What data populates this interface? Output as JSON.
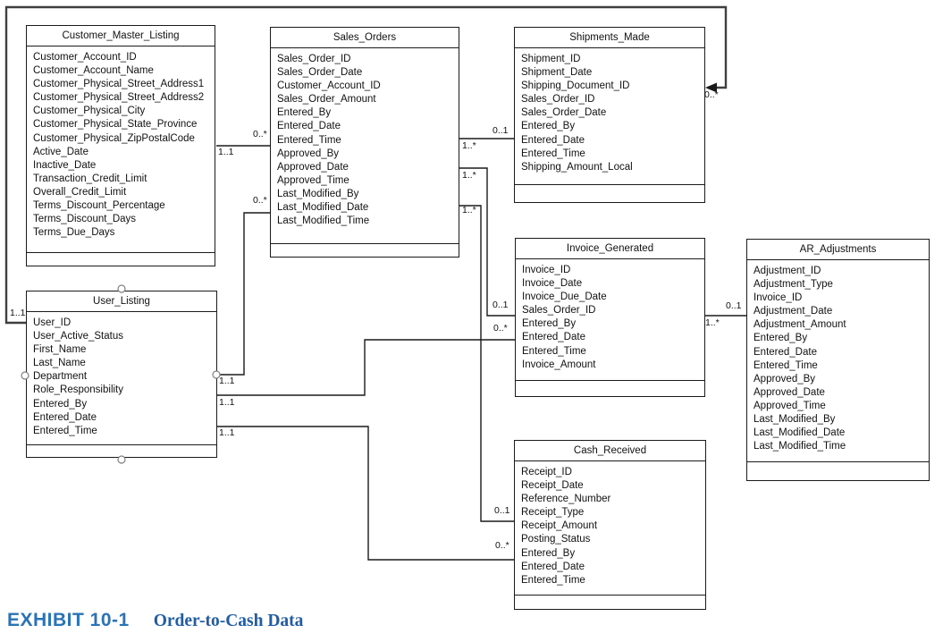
{
  "diagram": {
    "entities": [
      {
        "id": "customer_master_listing",
        "title": "Customer_Master_Listing",
        "fields": [
          "Customer_Account_ID",
          "Customer_Account_Name",
          "Customer_Physical_Street_Address1",
          "Customer_Physical_Street_Address2",
          "Customer_Physical_City",
          "Customer_Physical_State_Province",
          "Customer_Physical_ZipPostalCode",
          "Active_Date",
          "Inactive_Date",
          "Transaction_Credit_Limit",
          "Overall_Credit_Limit",
          "Terms_Discount_Percentage",
          "Terms_Discount_Days",
          "Terms_Due_Days"
        ]
      },
      {
        "id": "sales_orders",
        "title": "Sales_Orders",
        "fields": [
          "Sales_Order_ID",
          "Sales_Order_Date",
          "Customer_Account_ID",
          "Sales_Order_Amount",
          "Entered_By",
          "Entered_Date",
          "Entered_Time",
          "Approved_By",
          "Approved_Date",
          "Approved_Time",
          "Last_Modified_By",
          "Last_Modified_Date",
          "Last_Modified_Time"
        ]
      },
      {
        "id": "shipments_made",
        "title": "Shipments_Made",
        "fields": [
          "Shipment_ID",
          "Shipment_Date",
          "Shipping_Document_ID",
          "Sales_Order_ID",
          "Sales_Order_Date",
          "Entered_By",
          "Entered_Date",
          "Entered_Time",
          "Shipping_Amount_Local"
        ]
      },
      {
        "id": "invoice_generated",
        "title": "Invoice_Generated",
        "fields": [
          "Invoice_ID",
          "Invoice_Date",
          "Invoice_Due_Date",
          "Sales_Order_ID",
          "Entered_By",
          "Entered_Date",
          "Entered_Time",
          "Invoice_Amount"
        ]
      },
      {
        "id": "ar_adjustments",
        "title": "AR_Adjustments",
        "fields": [
          "Adjustment_ID",
          "Adjustment_Type",
          "Invoice_ID",
          "Adjustment_Date",
          "Adjustment_Amount",
          "Entered_By",
          "Entered_Date",
          "Entered_Time",
          "Approved_By",
          "Approved_Date",
          "Approved_Time",
          "Last_Modified_By",
          "Last_Modified_Date",
          "Last_Modified_Time"
        ]
      },
      {
        "id": "user_listing",
        "title": "User_Listing",
        "fields": [
          "User_ID",
          "User_Active_Status",
          "First_Name",
          "Last_Name",
          "Department",
          "Role_Responsibility",
          "Entered_By",
          "Entered_Date",
          "Entered_Time"
        ]
      },
      {
        "id": "cash_received",
        "title": "Cash_Received",
        "fields": [
          "Receipt_ID",
          "Receipt_Date",
          "Reference_Number",
          "Receipt_Type",
          "Receipt_Amount",
          "Posting_Status",
          "Entered_By",
          "Entered_Date",
          "Entered_Time"
        ]
      }
    ],
    "multiplicities": [
      {
        "text": "0..*"
      },
      {
        "text": "1..1"
      },
      {
        "text": "0..*"
      },
      {
        "text": "1..1"
      },
      {
        "text": "1..1"
      },
      {
        "text": "1..1"
      },
      {
        "text": "1..*"
      },
      {
        "text": "0..1"
      },
      {
        "text": "1..*"
      },
      {
        "text": "0..1"
      },
      {
        "text": "1..*"
      },
      {
        "text": "0..1"
      },
      {
        "text": "0..*"
      },
      {
        "text": "0..*"
      },
      {
        "text": "1..*"
      },
      {
        "text": "0..1"
      },
      {
        "text": "1..1"
      },
      {
        "text": "0..*"
      }
    ],
    "line_color": "#1a1a1a",
    "routed_line_color": "#3f3f3f"
  },
  "caption": {
    "exhibit_label": "EXHIBIT 10-1",
    "title": "Order-to-Cash Data",
    "label_color": "#2a73b6",
    "title_color": "#205da6"
  }
}
